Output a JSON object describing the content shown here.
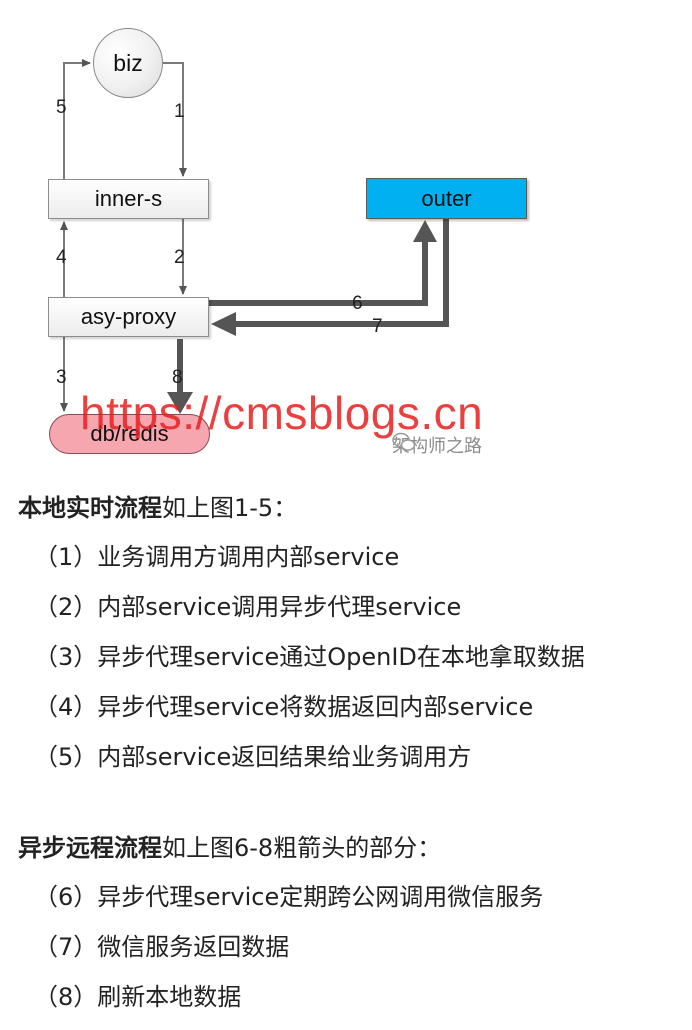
{
  "diagram": {
    "nodes": {
      "biz": "biz",
      "inner": "inner-s",
      "proxy": "asy-proxy",
      "outer": "outer",
      "db": "db/redis"
    },
    "edge_labels": {
      "e1": "1",
      "e2": "2",
      "e3": "3",
      "e4": "4",
      "e5": "5",
      "e6": "6",
      "e7": "7",
      "e8": "8"
    },
    "watermark": "https://cmsblogs.cn",
    "brand": "架构师之路",
    "colors": {
      "outer_fill": "#00b0f0",
      "db_fill": "#f6a6ae",
      "watermark": "#e61e1e"
    }
  },
  "section1": {
    "title_bold": "本地实时流程",
    "title_rest": "如上图1-5：",
    "steps": [
      "（1）业务调用方调用内部service",
      "（2）内部service调用异步代理service",
      "（3）异步代理service通过OpenID在本地拿取数据",
      "（4）异步代理service将数据返回内部service",
      "（5）内部service返回结果给业务调用方"
    ]
  },
  "section2": {
    "title_bold": "异步远程流程",
    "title_rest": "如上图6-8粗箭头的部分：",
    "steps": [
      "（6）异步代理service定期跨公网调用微信服务",
      "（7）微信服务返回数据",
      "（8）刷新本地数据"
    ]
  }
}
